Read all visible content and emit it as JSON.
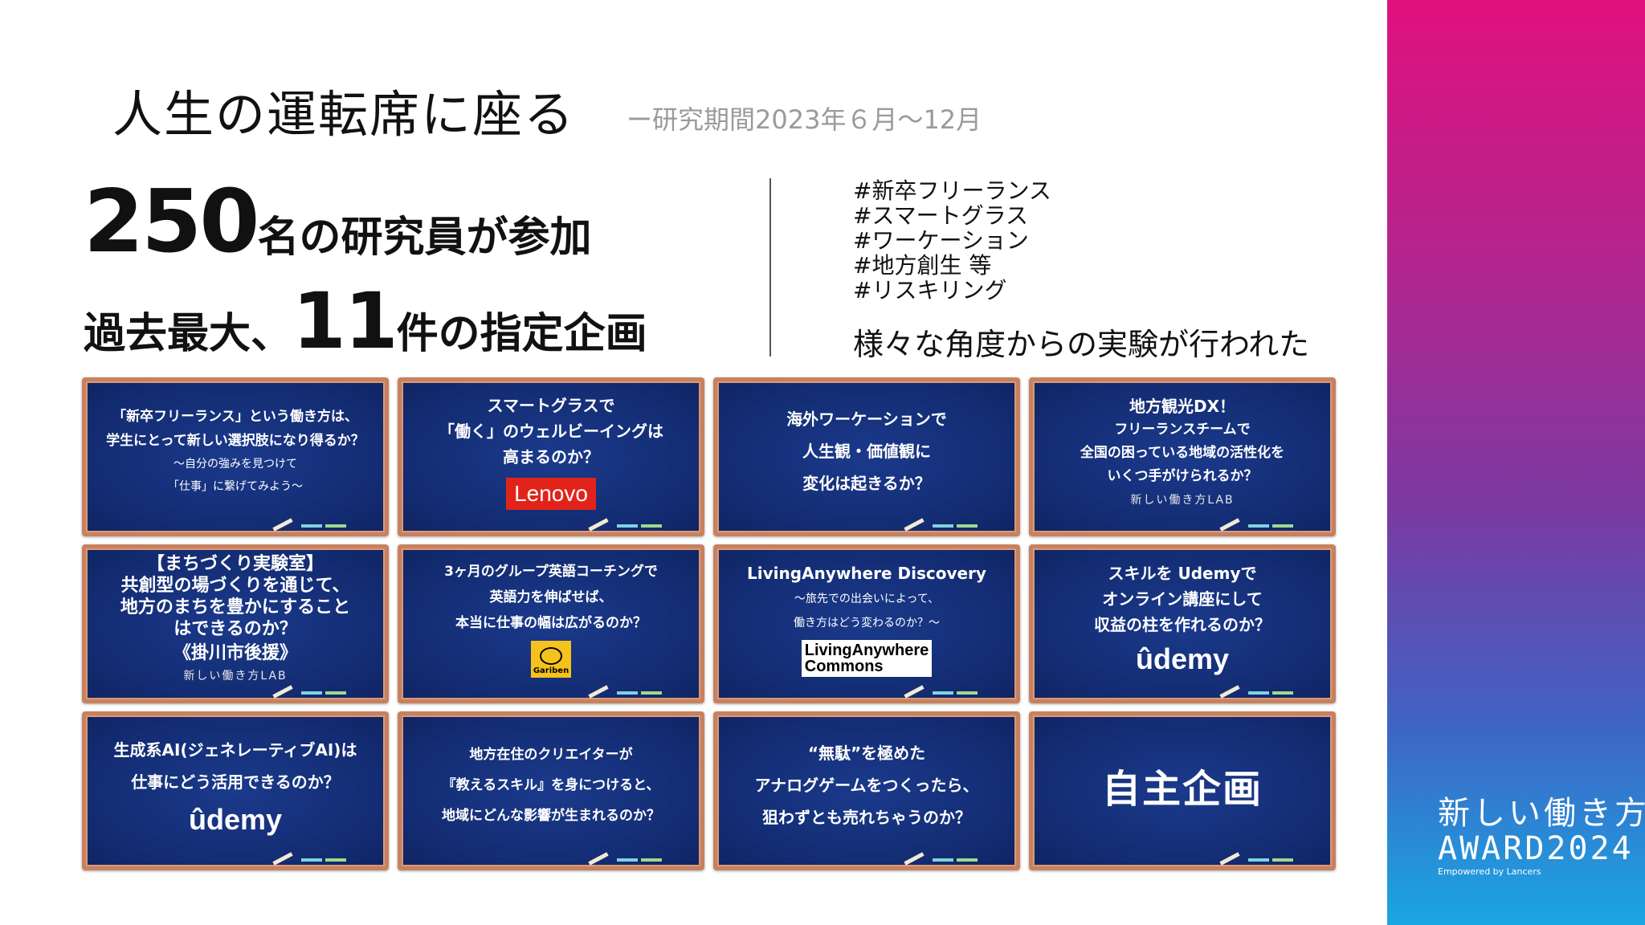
{
  "header": {
    "title": "人生の運転席に座る",
    "period": "ー研究期間2023年６月～12月"
  },
  "stats": {
    "researchers_number": "250",
    "researchers_text": "名の研究員が参加",
    "projects_prefix": "過去最大、",
    "projects_number": "11",
    "projects_text": "件の指定企画"
  },
  "hashtags": [
    "#新卒フリーランス",
    "#スマートグラス",
    "#ワーケーション",
    "#地方創生 等",
    "#リスキリング"
  ],
  "summary": "様々な角度からの実験が行われた",
  "boards": [
    {
      "lines": [
        "「新卒フリーランス」という働き方は、",
        "学生にとって新しい選択肢になり得るか？"
      ],
      "sublines": [
        "～自分の強みを見つけて",
        "「仕事」に繋げてみよう～"
      ]
    },
    {
      "lines": [
        "スマートグラスで",
        "「働く」のウェルビーイングは",
        "高まるのか？"
      ],
      "logo": "Lenovo"
    },
    {
      "lines": [
        "海外ワーケーションで",
        "人生観・価値観に",
        "変化は起きるか？"
      ]
    },
    {
      "lines": [
        "地方観光DX！",
        "フリーランスチームで",
        "全国の困っている地域の活性化を",
        "いくつ手がけられるか？"
      ],
      "logo": "新しい働き方LAB"
    },
    {
      "lines": [
        "【まちづくり実験室】",
        "共創型の場づくりを通じて、",
        "地方のまちを豊かにすること",
        "はできるのか？",
        "《掛川市後援》"
      ],
      "logo": "新しい働き方LAB"
    },
    {
      "lines": [
        "3ヶ月のグループ英語コーチングで",
        "英語力を伸ばせば、",
        "本当に仕事の幅は広がるのか？"
      ],
      "logo": "Gariben"
    },
    {
      "lines": [
        "LivingAnywhere Discovery"
      ],
      "sublines": [
        "～旅先での出会いによって、",
        "働き方はどう変わるのか？～"
      ],
      "logo_lines": [
        "LivingAnywhere",
        "Commons"
      ]
    },
    {
      "lines": [
        "スキルを Udemyで",
        "オンライン講座にして",
        "収益の柱を作れるのか？"
      ],
      "logo": "ûdemy"
    },
    {
      "lines": [
        "生成系AI(ジェネレーティブAI)は",
        "仕事にどう活用できるのか？"
      ],
      "logo": "ûdemy"
    },
    {
      "lines": [
        "地方在住のクリエイターが",
        "『教えるスキル』を身につけると、",
        "地域にどんな影響が生まれるのか？"
      ]
    },
    {
      "lines": [
        "“無駄”を極めた",
        "アナログゲームをつくったら、",
        "狙わずとも売れちゃうのか？"
      ]
    },
    {
      "lines": [
        "自主企画"
      ]
    }
  ],
  "brand": {
    "line1": "新しい働き方",
    "line2": "AWARD2024",
    "line3": "Empowered by Lancers"
  },
  "colors": {
    "board": "#132c72",
    "board_frame": "#c8815f",
    "band_top": "#e0117e",
    "band_bottom": "#1aa6e3",
    "lenovo": "#e2231a",
    "gariben": "#f5c21b"
  }
}
